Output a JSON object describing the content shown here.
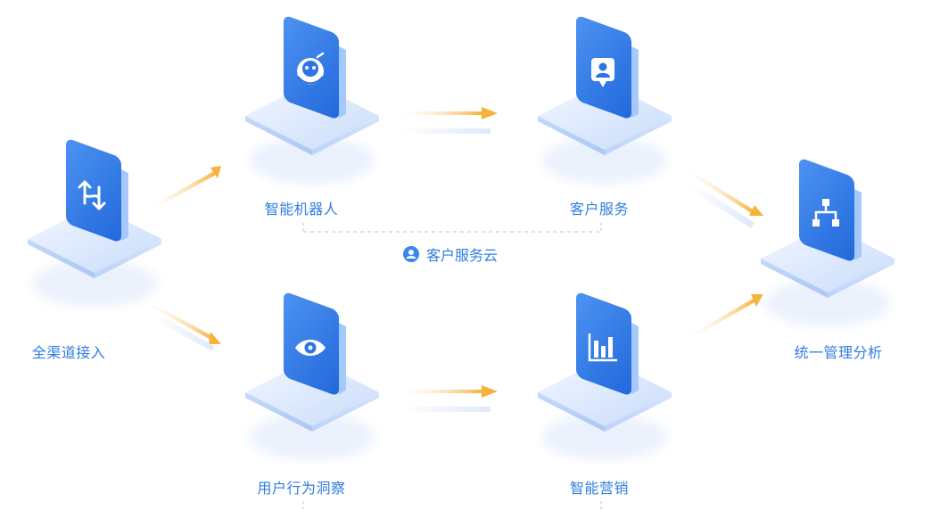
{
  "nodes": {
    "omnichannel": "全渠道接入",
    "robot": "智能机器人",
    "service": "客户服务",
    "insight": "用户行为洞察",
    "marketing": "智能营销",
    "analysis": "统一管理分析"
  },
  "group_label": "客户服务云",
  "icons": {
    "omnichannel": "swap-arrows-icon",
    "robot": "robot-icon",
    "service": "chat-user-icon",
    "insight": "eye-icon",
    "marketing": "bar-chart-icon",
    "analysis": "org-chart-icon",
    "group": "user-circle-icon"
  },
  "colors": {
    "accent": "#2f7de1",
    "tile_blue": "#3a86ee",
    "platform": "#dce8fc",
    "arrow": "#f7b23c"
  }
}
